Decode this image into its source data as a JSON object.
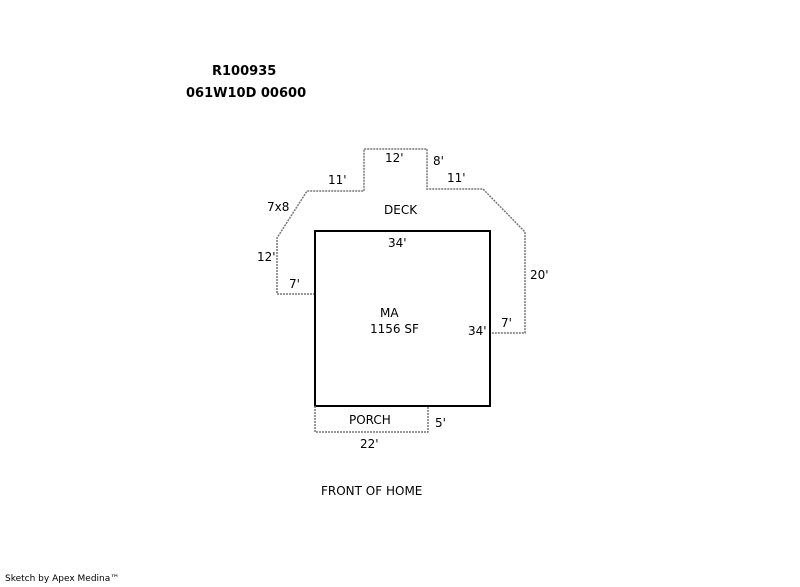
{
  "header": {
    "parcel_id": "R100935",
    "map_number": "061W10D 00600"
  },
  "labels": {
    "deck": "DECK",
    "main_area": "MA",
    "main_area_size": "1156 SF",
    "porch": "PORCH",
    "front": "FRONT OF HOME",
    "deck_top": "12'",
    "deck_top_right_side": "8'",
    "deck_left_upper": "11'",
    "deck_right_upper": "11'",
    "deck_diagonal": "7x8",
    "deck_left": "12'",
    "deck_left_bottom": "7'",
    "deck_right": "20'",
    "deck_right_bottom": "7'",
    "ma_top": "34'",
    "ma_right": "34'",
    "porch_side": "5'",
    "porch_bottom": "22'"
  },
  "footer": {
    "credit": "Sketch by Apex Medina™"
  }
}
